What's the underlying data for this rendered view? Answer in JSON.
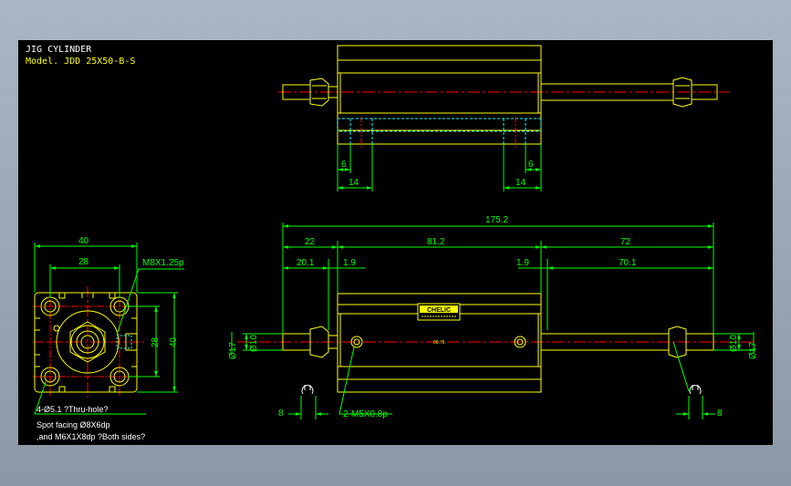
{
  "title_block": {
    "title": "JIG CYLINDER",
    "model": "Model. JDD 25X50-B-S"
  },
  "colors": {
    "background": "#000000",
    "outline": "#ffff00",
    "dimension": "#00ff00",
    "centerline": "#ff0000",
    "hidden": "#00ffff",
    "annotation": "#ffffff",
    "frame": "#9aa8b6"
  },
  "top_view": {
    "dims": {
      "left_inner": "6",
      "left_outer": "14",
      "right_inner": "6",
      "right_outer": "14"
    }
  },
  "end_view": {
    "dims": {
      "width": "40",
      "hole_pitch": "28",
      "port_thread": "M8X1.25p",
      "v_pitch": "28",
      "height": "40"
    },
    "note": {
      "line1": "4-Ø5.1 ?Thru-hole?",
      "line2": "Spot facing  Ø8X6dp",
      "line3": ",and M6X1X8dp ?Both sides?"
    }
  },
  "front_view": {
    "dims": {
      "overall": "175.2",
      "left_section": "22",
      "mid_section": "81.2",
      "right_section": "72",
      "left_sub": "20.1",
      "left_gap": "1.9",
      "right_gap": "1.9",
      "right_sub": "70.1",
      "rod_dia_left": "Ø10",
      "rod_tol_left": "Ø17",
      "rod_dia_right": "Ø10",
      "rod_tol_right": "Ø17",
      "wrench_left": "8",
      "wrench_right": "8",
      "ports": "2-M5X0.8p",
      "center_mark": "00.75"
    },
    "label": "CHELIC"
  }
}
